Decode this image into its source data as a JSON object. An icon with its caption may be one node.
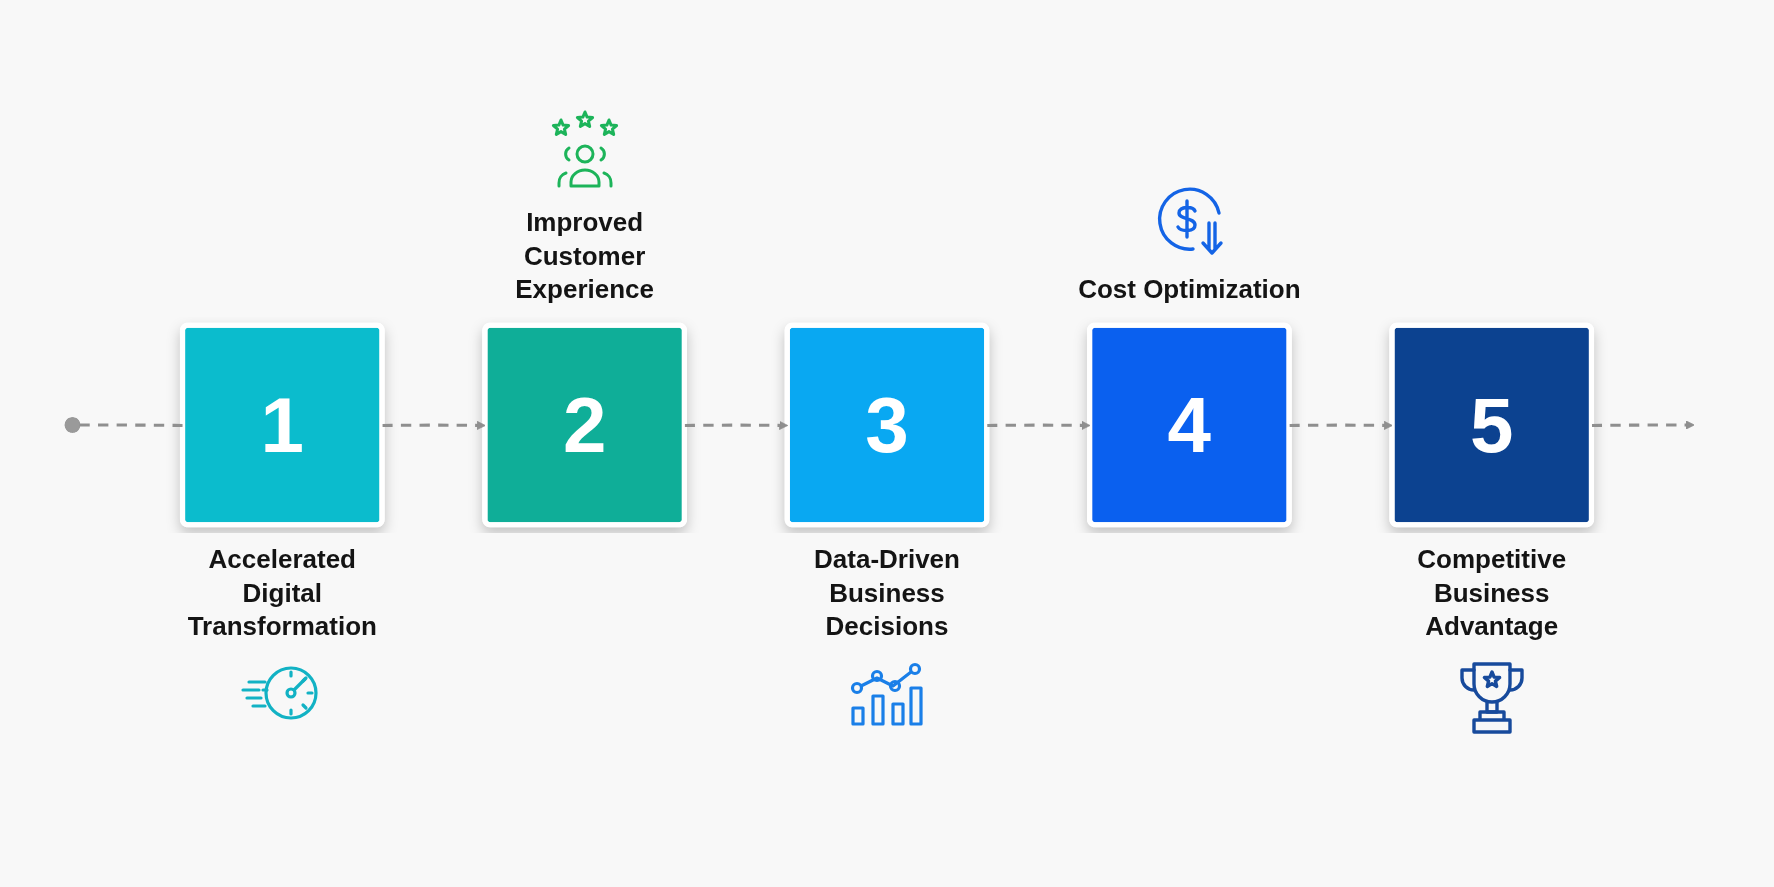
{
  "diagram": {
    "nodes": [
      {
        "text": [],
        "shape": "circle"
      },
      {
        "text": [
          "1"
        ],
        "beside": [
          "Accelerated Digital Transformation"
        ]
      },
      {
        "text": [
          "2"
        ],
        "beside": [
          "Improved Customer Experience"
        ]
      },
      {
        "text": [
          "3"
        ],
        "beside": [
          "Data-Driven Business Decisions"
        ]
      },
      {
        "text": [
          "4"
        ],
        "beside": [
          "Cost Optimization"
        ]
      },
      {
        "text": [
          "5"
        ],
        "beside": [
          "Competitive Business Advantage"
        ]
      }
    ],
    "edges": [
      {
        "from": 0,
        "to": 1,
        "arrow": "none",
        "style": "dashed"
      },
      {
        "from": 1,
        "to": 2,
        "arrow": "to",
        "style": "dashed"
      },
      {
        "from": 2,
        "to": 3,
        "arrow": "to",
        "style": "dashed"
      },
      {
        "from": 3,
        "to": 4,
        "arrow": "to",
        "style": "dashed"
      },
      {
        "from": 4,
        "to": 5,
        "arrow": "to",
        "style": "dashed"
      },
      {
        "from": 5,
        "to": null,
        "arrow": "to",
        "style": "dashed"
      }
    ]
  }
}
